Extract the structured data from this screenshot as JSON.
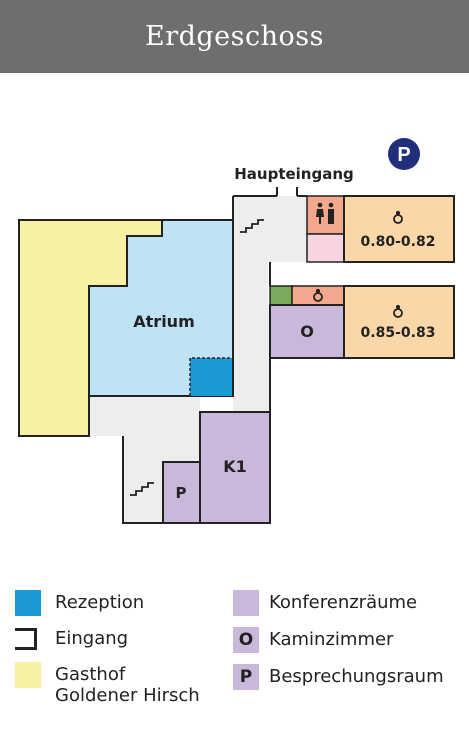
{
  "header": {
    "title": "Erdgeschoss"
  },
  "plan": {
    "parking_symbol": "P",
    "main_entrance": "Haupteingang",
    "atrium": "Atrium",
    "room_top_right": "0.80-0.82",
    "room_mid_right": "0.85-0.83",
    "kaminzimmer_letter": "O",
    "k1": "K1",
    "besprechung_letter": "P",
    "colors": {
      "rezeption": "#1a9ad6",
      "atrium": "#bfe3f4",
      "gasthof": "#f7f1a3",
      "konferenz": "#c9b8da",
      "rooms": "#fad7a8",
      "wc": "#f3a78c",
      "pink": "#f8d3e0",
      "green": "#7aab5a",
      "corridor": "#ededed",
      "parking": "#1f2f7c"
    }
  },
  "legend": {
    "rezeption": "Rezeption",
    "eingang": "Eingang",
    "gasthof": "Gasthof Goldener Hirsch",
    "gasthof_line1": "Gasthof",
    "gasthof_line2": "Goldener Hirsch",
    "konferenz": "Konferenzräume",
    "kaminzimmer_letter": "O",
    "kaminzimmer": "Kaminzimmer",
    "besprechung_letter": "P",
    "besprechung": "Besprechungsraum"
  }
}
